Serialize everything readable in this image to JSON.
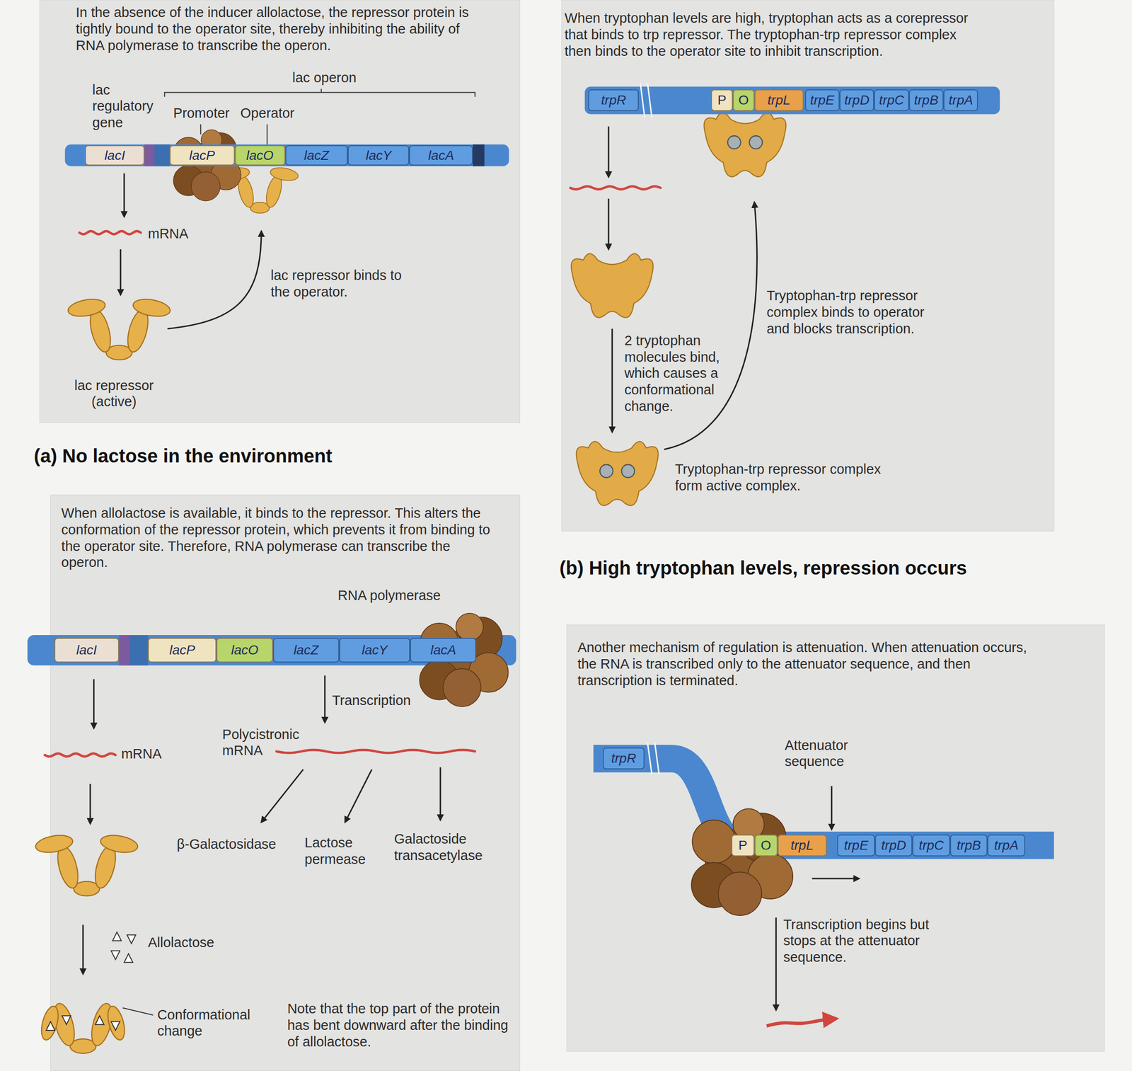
{
  "diagram": {
    "nodes": [
      {
        "text": [
          "In the absence of the inducer allolactose, the repressor protein is tightly bound to the operator site, thereby inhibiting the ability of RNA polymerase to transcribe the operon."
        ]
      },
      {
        "text": [
          "lacI"
        ],
        "in": 0
      },
      {
        "text": [
          "lacP"
        ],
        "in": 0
      },
      {
        "text": [
          "lacO"
        ],
        "in": 0
      },
      {
        "text": [
          "lacZ"
        ],
        "in": 0
      },
      {
        "text": [
          "lacY"
        ],
        "in": 0
      },
      {
        "text": [
          "lacA"
        ],
        "in": 0
      },
      {
        "text": [
          "When allolactose is available, it binds to the repressor. This alters the conformation of the repressor protein, which prevents it from binding to the operator site. Therefore, RNA polymerase can transcribe the operon."
        ]
      },
      {
        "text": [
          "lacI"
        ],
        "in": 7
      },
      {
        "text": [
          "lacP"
        ],
        "in": 7
      },
      {
        "text": [
          "lacO"
        ],
        "in": 7
      },
      {
        "text": [
          "lacZ"
        ],
        "in": 7
      },
      {
        "text": [
          "lacY"
        ],
        "in": 7
      },
      {
        "text": [
          "lacA"
        ],
        "in": 7
      },
      {
        "text": [
          "When tryptophan levels are high, tryptophan acts as a corepressor that binds to trp repressor. The tryptophan-trp repressor complex then binds to the operator site to inhibit transcription."
        ]
      },
      {
        "text": [
          "trpR"
        ],
        "in": 14
      },
      {
        "text": [
          "P"
        ],
        "in": 14
      },
      {
        "text": [
          "O"
        ],
        "in": 14
      },
      {
        "text": [
          "trpL"
        ],
        "in": 14
      },
      {
        "text": [
          "trpE"
        ],
        "in": 14
      },
      {
        "text": [
          "trpD"
        ],
        "in": 14
      },
      {
        "text": [
          "trpC"
        ],
        "in": 14
      },
      {
        "text": [
          "trpB"
        ],
        "in": 14
      },
      {
        "text": [
          "trpA"
        ],
        "in": 14
      },
      {
        "text": [
          "Another mechanism of regulation is attenuation. When attenuation occurs, the RNA is transcribed only to the attenuator sequence, and then transcription is terminated."
        ]
      },
      {
        "text": [
          "trpR"
        ],
        "in": 24
      },
      {
        "text": [
          "P"
        ],
        "in": 24
      },
      {
        "text": [
          "O"
        ],
        "in": 24
      },
      {
        "text": [
          "trpL"
        ],
        "in": 24
      },
      {
        "text": [
          "trpE"
        ],
        "in": 24
      },
      {
        "text": [
          "trpD"
        ],
        "in": 24
      },
      {
        "text": [
          "trpC"
        ],
        "in": 24
      },
      {
        "text": [
          "trpB"
        ],
        "in": 24
      },
      {
        "text": [
          "trpA"
        ],
        "in": 24
      }
    ],
    "labels": [
      "lac operon",
      "lac regulatory gene",
      "Promoter",
      "Operator",
      "mRNA",
      "lac repressor binds to the operator.",
      "lac repressor (active)",
      "(a) No lactose in the environment",
      "RNA polymerase",
      "Transcription",
      "mRNA",
      "Polycistronic mRNA",
      "β-Galactosidase",
      "Lactose permease",
      "Galactoside transacetylase",
      "Allolactose",
      "Conformational change",
      "Note that the top part of the protein has bent downward after the binding of allolactose.",
      "2 tryptophan molecules bind, which causes a conformational change.",
      "Tryptophan-trp repressor complex binds to operator and blocks transcription.",
      "Tryptophan-trp repressor complex form active complex.",
      "(b) High tryptophan levels, repression occurs",
      "Attenuator sequence",
      "Transcription begins but stops at the attenuator sequence."
    ]
  }
}
